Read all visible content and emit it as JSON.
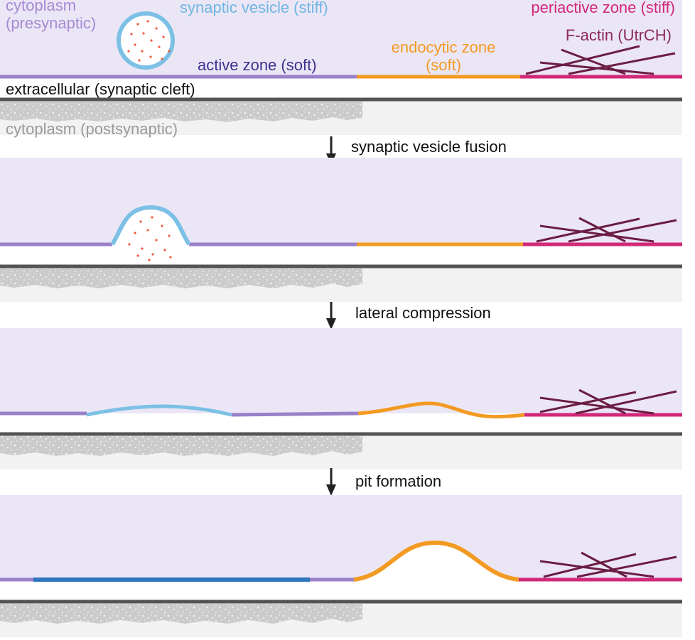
{
  "labels": {
    "cytoplasm_pre_1": "cytoplasm",
    "cytoplasm_pre_2": "(presynaptic)",
    "synaptic_vesicle": "synaptic vesicle (stiff)",
    "periactive_zone": "periactive zone (stiff)",
    "f_actin": "F-actin (UtrCH)",
    "endocytic_zone_1": "endocytic zone",
    "endocytic_zone_2": "(soft)",
    "active_zone": "active zone (soft)",
    "extracellular": "extracellular (synaptic cleft)",
    "cytoplasm_post": "cytoplasm (postsynaptic)"
  },
  "steps": [
    {
      "label": "synaptic vesicle fusion"
    },
    {
      "label": "lateral compression"
    },
    {
      "label": "pit formation"
    }
  ],
  "colors": {
    "background_presynaptic": "#ebe6f6",
    "active_zone": "#9a80c8",
    "vesicle": "#7cc0e6",
    "endocytic_zone": "#f39a22",
    "periactive_zone": "#d1287a",
    "actin": "#6b1d43",
    "cleft_membrane": "#545454",
    "postsynaptic_texture": "#c6c6c6",
    "cargo_dots": "#ef5a3c",
    "active_zone_label": "#3f2f8f",
    "pit_membrane_dark": "#2e75bb",
    "cytoplasm_pre_label": "#a58ad2",
    "synaptic_vesicle_label": "#6fb5e2",
    "periactive_label": "#d1287a",
    "f_actin_label": "#8c2b5c",
    "endocytic_label": "#f39a22",
    "extracellular_label": "#111111",
    "cytoplasm_post_label": "#9a9a9a",
    "step_label": "#111111"
  }
}
